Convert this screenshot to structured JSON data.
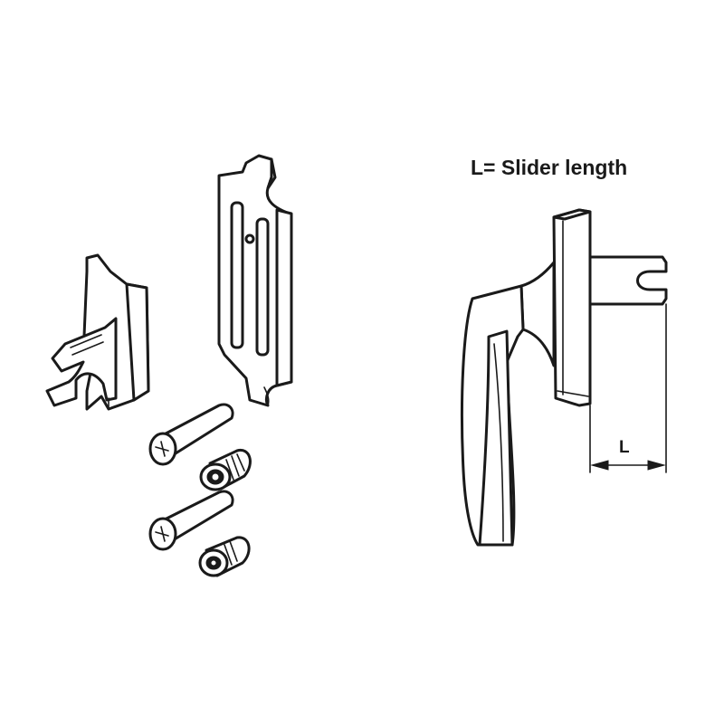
{
  "caption": {
    "text": "L= Slider length"
  },
  "dimension": {
    "label": "L"
  },
  "colors": {
    "line": "#1a1a1a",
    "background": "#ffffff"
  },
  "parts": [
    {
      "name": "slider-block"
    },
    {
      "name": "mounting-plate"
    },
    {
      "name": "screw"
    },
    {
      "name": "threaded-sleeve"
    },
    {
      "name": "window-handle"
    }
  ]
}
